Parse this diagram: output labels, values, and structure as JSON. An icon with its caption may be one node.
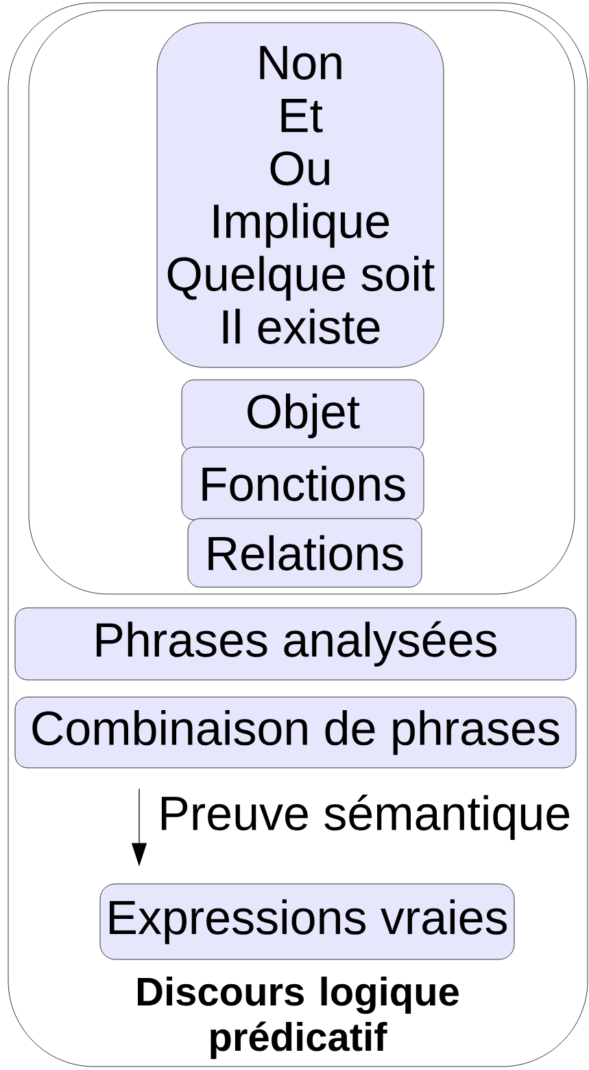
{
  "diagram": {
    "nodes": [
      {
        "text": [
          "Discours logique prédicatif"
        ]
      },
      {
        "text": [],
        "shape": "box",
        "in": 0
      },
      {
        "text": [
          "Non",
          "Et",
          "Ou",
          "Implique",
          "Quelque soit",
          "Il existe"
        ],
        "in": 1
      },
      {
        "text": [
          "Objet"
        ],
        "in": 1
      },
      {
        "text": [
          "Fonctions"
        ],
        "in": 1
      },
      {
        "text": [
          "Relations"
        ],
        "in": 1
      },
      {
        "text": [
          "Phrases analysées"
        ],
        "in": 0
      },
      {
        "text": [
          "Combinaison de phrases"
        ],
        "in": 0
      },
      {
        "text": [
          "Expressions vraies"
        ],
        "in": 0
      }
    ],
    "edges": [
      {
        "from": 7,
        "to": 8,
        "arrow": "to",
        "label": "Preuve sémantique"
      }
    ]
  }
}
